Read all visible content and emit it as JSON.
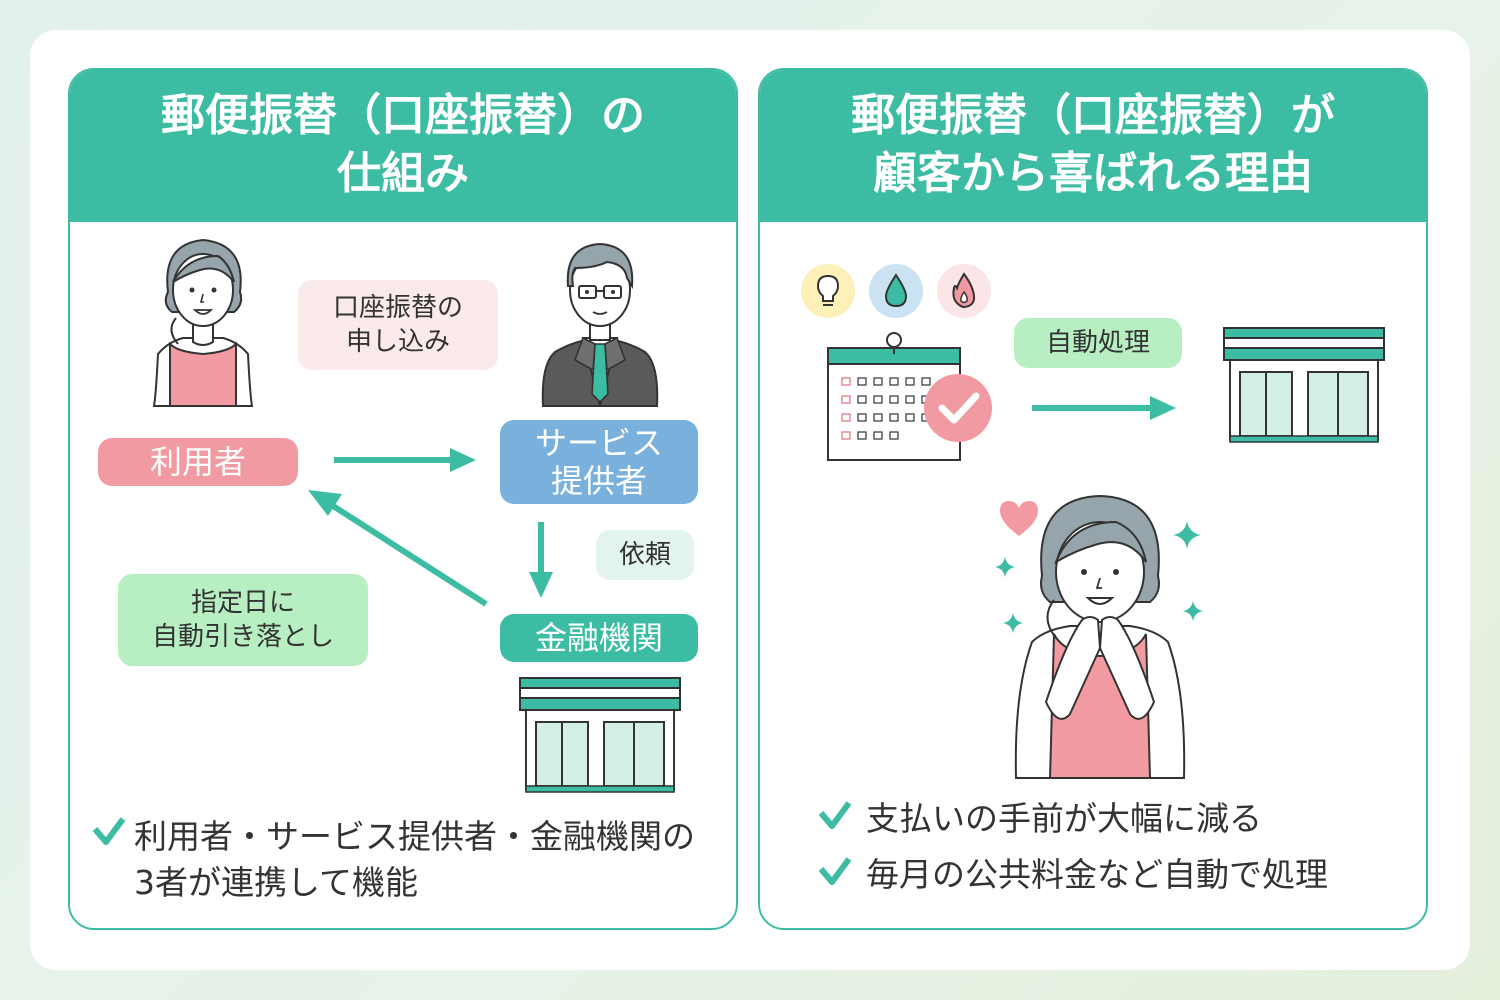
{
  "left": {
    "title_line1": "郵便振替（口座振替）の",
    "title_line2": "仕組み",
    "application_line1": "口座振替の",
    "application_line2": "申し込み",
    "user_label": "利用者",
    "provider_line1": "サービス",
    "provider_line2": "提供者",
    "request_label": "依頼",
    "debit_line1": "指定日に",
    "debit_line2": "自動引き落とし",
    "bank_label": "金融機関",
    "footer_line1": "利用者・サービス提供者・金融機関の",
    "footer_line2": "3者が連携して機能"
  },
  "right": {
    "title_line1": "郵便振替（口座振替）が",
    "title_line2": "顧客から喜ばれる理由",
    "auto_label": "自動処理",
    "benefit1": "支払いの手前が大幅に減る",
    "benefit2": "毎月の公共料金など自動で処理"
  },
  "colors": {
    "teal": "#3dbca4",
    "pink": "#f29aa2",
    "blue": "#79b1dc",
    "green_pill": "#b8efc2",
    "pink_pill": "#fbeaea",
    "mint_pill": "#e3f4ef",
    "hair": "#96a4ab"
  },
  "icons": [
    "lightbulb-icon",
    "water-drop-icon",
    "flame-icon",
    "calendar-icon",
    "check-icon",
    "shop-icon",
    "heart-icon",
    "sparkle-icon",
    "arrow-icon"
  ]
}
